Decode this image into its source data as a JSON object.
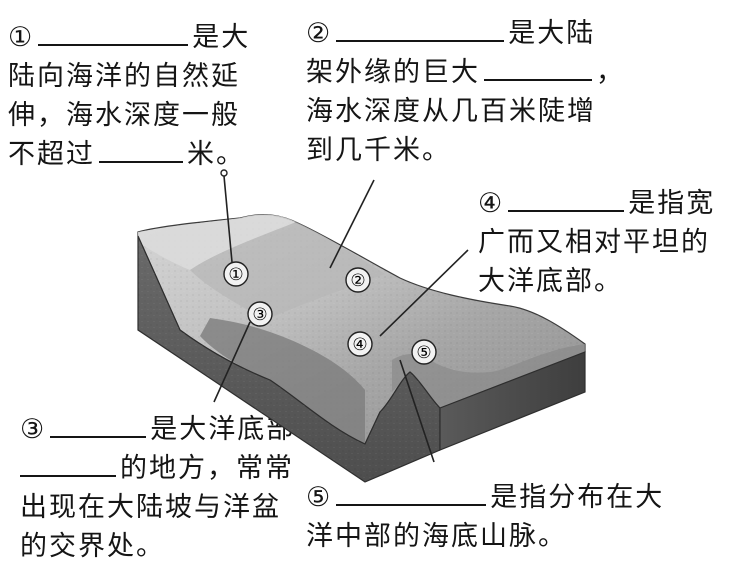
{
  "labels": {
    "l1": {
      "num": "①",
      "suffix": "是大",
      "lines": [
        "陆向海洋的自然延",
        "伸，海水深度一般"
      ],
      "last_pre": "不超过",
      "last_post": "米。"
    },
    "l2": {
      "num": "②",
      "suffix": "是大陆",
      "line2_pre": "架外缘的巨大",
      "line2_post": "，",
      "lines": [
        "海水深度从几百米陡增",
        "到几千米。"
      ]
    },
    "l3": {
      "num": "③",
      "suffix": "是大洋底部",
      "line2_post": "的地方，常常",
      "lines": [
        "出现在大陆坡与洋盆",
        "的交界处。"
      ]
    },
    "l4": {
      "num": "④",
      "suffix": "是指宽",
      "lines": [
        "广而又相对平坦的",
        "大洋底部。"
      ]
    },
    "l5": {
      "num": "⑤",
      "suffix": "是指分布在大",
      "lines": [
        "洋中部的海底山脉。"
      ]
    }
  },
  "markers": [
    "①",
    "②",
    "③",
    "④",
    "⑤"
  ],
  "colors": {
    "text": "#151515",
    "terrain_light": "#c9c9c9",
    "terrain_mid": "#9d9d9d",
    "terrain_dark": "#6f6f6f",
    "block_front": "#5c5c5c",
    "block_side": "#4a4a4a"
  }
}
